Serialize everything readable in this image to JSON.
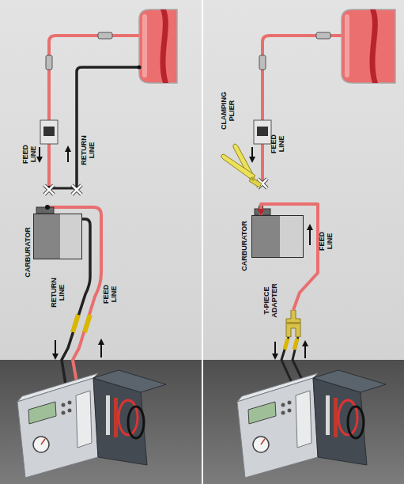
{
  "diagram": {
    "nodes": [
      {
        "text": [
          "CARBURATOR"
        ]
      },
      {
        "text": [
          "CARBURATOR"
        ]
      },
      {
        "text": [
          "T-PIECE ADAPTER"
        ]
      }
    ],
    "edges": [
      {
        "from": 2,
        "to": 1,
        "arrow": "to",
        "label": "FEED LINE"
      }
    ],
    "labels": [
      "FEED LINE",
      "RETURN LINE",
      "RETURN LINE",
      "FEED LINE",
      "CLAMPING PLIER",
      "FEED LINE"
    ]
  }
}
